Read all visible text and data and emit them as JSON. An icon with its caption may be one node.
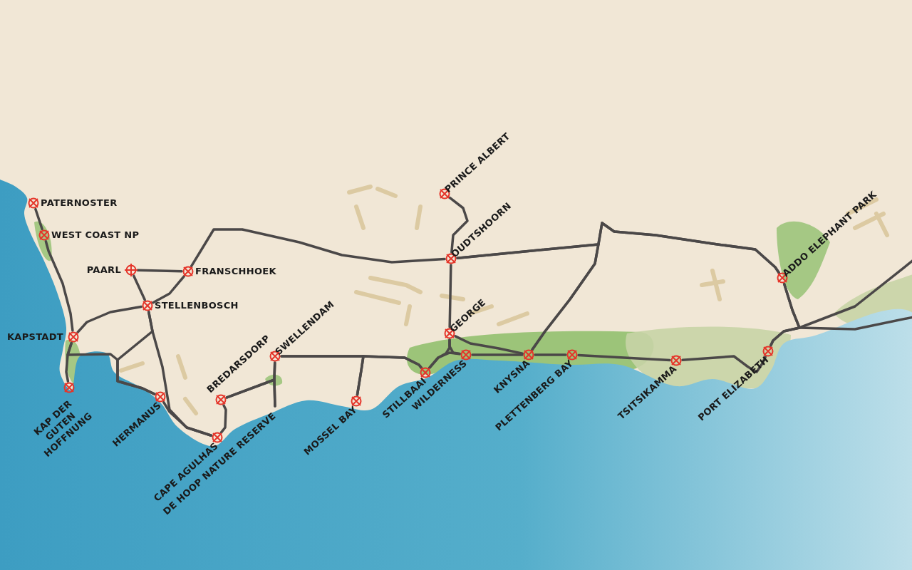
{
  "diagram": {
    "nodes": [
      {
        "text": [
          "PATERNOSTER"
        ]
      },
      {
        "text": [
          "WEST COAST NP"
        ]
      },
      {
        "text": [
          "PAARL"
        ]
      },
      {
        "text": [
          "FRANSCHHOEK"
        ]
      },
      {
        "text": [
          "STELLENBOSCH"
        ]
      },
      {
        "text": [
          "KAPSTADT"
        ]
      },
      {
        "text": [
          "KAP DER GUTEN HOFFNUNG"
        ]
      },
      {
        "text": [
          "HERMANUS"
        ]
      },
      {
        "text": [
          "BREDARSDORP"
        ]
      },
      {
        "text": [
          "SWELLENDAM"
        ]
      },
      {
        "text": [
          "CAPE AGULHAS"
        ]
      },
      {
        "text": [
          "DE HOOP NATURE RESERVE"
        ]
      },
      {
        "text": [
          "MOSSEL BAY"
        ]
      },
      {
        "text": [
          "STILLBAAI"
        ]
      },
      {
        "text": [
          "PRINCE ALBERT"
        ]
      },
      {
        "text": [
          "OUDTSHOORN"
        ]
      },
      {
        "text": [
          "GEORGE"
        ]
      },
      {
        "text": [
          "WILDERNESS"
        ]
      },
      {
        "text": [
          "KNYSNA"
        ]
      },
      {
        "text": [
          "PLETTENBERG BAY"
        ]
      },
      {
        "text": [
          "TSITSIKAMMA"
        ]
      },
      {
        "text": [
          "PORT ELIZABETH"
        ]
      },
      {
        "text": [
          "ADDO ELEPHANT PARK"
        ]
      }
    ],
    "edges": [
      {
        "from": 0,
        "to": 1,
        "arrow": "none"
      },
      {
        "from": 1,
        "to": 5,
        "arrow": "none"
      },
      {
        "from": 5,
        "to": 6,
        "arrow": "none"
      },
      {
        "from": 5,
        "to": 4,
        "arrow": "none"
      },
      {
        "from": 2,
        "to": 3,
        "arrow": "none"
      },
      {
        "from": 2,
        "to": 4,
        "arrow": "none"
      },
      {
        "from": 4,
        "to": 3,
        "arrow": "none"
      },
      {
        "from": 3,
        "to": 15,
        "arrow": "none"
      },
      {
        "from": 4,
        "to": 10,
        "arrow": "none"
      },
      {
        "from": 5,
        "to": 7,
        "arrow": "none"
      },
      {
        "from": 4,
        "to": 7,
        "arrow": "none"
      },
      {
        "from": 7,
        "to": 10,
        "arrow": "none"
      },
      {
        "from": 8,
        "to": 10,
        "arrow": "none"
      },
      {
        "from": 8,
        "to": 9,
        "arrow": "none"
      },
      {
        "from": 8,
        "to": 11,
        "arrow": "none"
      },
      {
        "from": 9,
        "to": 11,
        "arrow": "none"
      },
      {
        "from": 9,
        "to": 13,
        "arrow": "none"
      },
      {
        "from": 9,
        "to": 12,
        "arrow": "none"
      },
      {
        "from": 12,
        "to": 13,
        "arrow": "none"
      },
      {
        "from": 13,
        "to": 17,
        "arrow": "none"
      },
      {
        "from": 14,
        "to": 15,
        "arrow": "none"
      },
      {
        "from": 15,
        "to": 16,
        "arrow": "none"
      },
      {
        "from": 16,
        "to": 13,
        "arrow": "none"
      },
      {
        "from": 16,
        "to": 17,
        "arrow": "none"
      },
      {
        "from": 16,
        "to": 18,
        "arrow": "none"
      },
      {
        "from": 17,
        "to": 18,
        "arrow": "none"
      },
      {
        "from": 18,
        "to": 19,
        "arrow": "none"
      },
      {
        "from": 19,
        "to": 20,
        "arrow": "none"
      },
      {
        "from": 20,
        "to": 21,
        "arrow": "none"
      },
      {
        "from": 15,
        "to": 22,
        "arrow": "none"
      },
      {
        "from": 15,
        "to": 18,
        "arrow": "none"
      },
      {
        "from": 18,
        "to": 22,
        "arrow": "none"
      },
      {
        "from": 22,
        "to": 21,
        "arrow": "none"
      },
      {
        "from": 22,
        "to": null,
        "arrow": "none"
      },
      {
        "from": 21,
        "to": null,
        "arrow": "none"
      }
    ]
  }
}
